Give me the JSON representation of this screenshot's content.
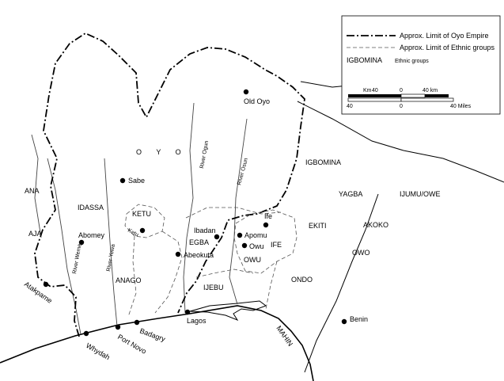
{
  "legend": {
    "oyo_limit": "Approx. Limit of Oyo Empire",
    "ethnic_limit": "Approx. Limit of Ethnic groups",
    "ethnic_sample": "IGBOMINA",
    "ethnic_caption": "Ethnic groups",
    "scale_km_label": "Km",
    "scale_km_left": "40",
    "scale_km_mid": "0",
    "scale_km_right": "40 km",
    "scale_mi_left": "40",
    "scale_mi_mid": "0",
    "scale_mi_right": "40 Miles"
  },
  "ethnic_groups": {
    "oyo": "O Y O",
    "igbomina": "IGBOMINA",
    "yagba": "YAGBA",
    "ijumu_owe": "IJUMU/OWE",
    "ana": "ANA",
    "idassa": "IDASSA",
    "aja": "AJA",
    "ketu": "KETU",
    "egba": "EGBA",
    "ife": "IFE",
    "owu": "OWU",
    "ekiti": "EKITI",
    "akoko": "AKOKO",
    "owo": "OWO",
    "anago": "ANAGO",
    "ijebu": "IJEBU",
    "ondo": "ONDO",
    "mahin": "MAHIN"
  },
  "cities": {
    "old_oyo": "Old Oyo",
    "sabe": "Sabe",
    "ketu": "Ketu",
    "abomey": "Abomey",
    "ibadan": "Ibadan",
    "ife": "Ife",
    "apomu": "Apomu",
    "owu": "Owu",
    "abeokuta": "Abeokuta",
    "atakpame": "Atakpame",
    "whydah": "Whydah",
    "port_novo": "Port Novo",
    "badagry": "Badagry",
    "lagos": "Lagos",
    "benin": "Benin"
  },
  "rivers": {
    "ogun": "River Ogun",
    "osun": "River Osun",
    "yewa": "River Yewa",
    "weme": "River Weme"
  }
}
